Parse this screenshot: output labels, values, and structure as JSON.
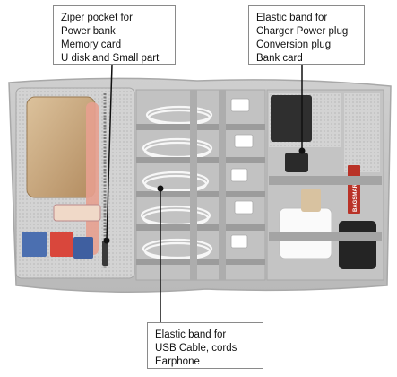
{
  "callouts": {
    "left": {
      "icon": "zipper-pocket",
      "lines": [
        "Ziper pocket for",
        "Power bank",
        "Memory card",
        "U disk and Small part"
      ]
    },
    "right": {
      "icon": "elastic-band",
      "lines": [
        "Elastic band for",
        "Charger Power plug",
        "Conversion plug",
        "Bank card"
      ]
    },
    "bottom": {
      "icon": "elastic-band",
      "lines": [
        "Elastic band for",
        "USB Cable, cords",
        "Earphone"
      ]
    }
  },
  "brand_logo_text": "BAGSMART",
  "colors": {
    "organizer_body": "#c6c6c6",
    "mesh": "#d9d9d9",
    "power_bank": "#c9a87e",
    "leader_line": "#111111"
  }
}
